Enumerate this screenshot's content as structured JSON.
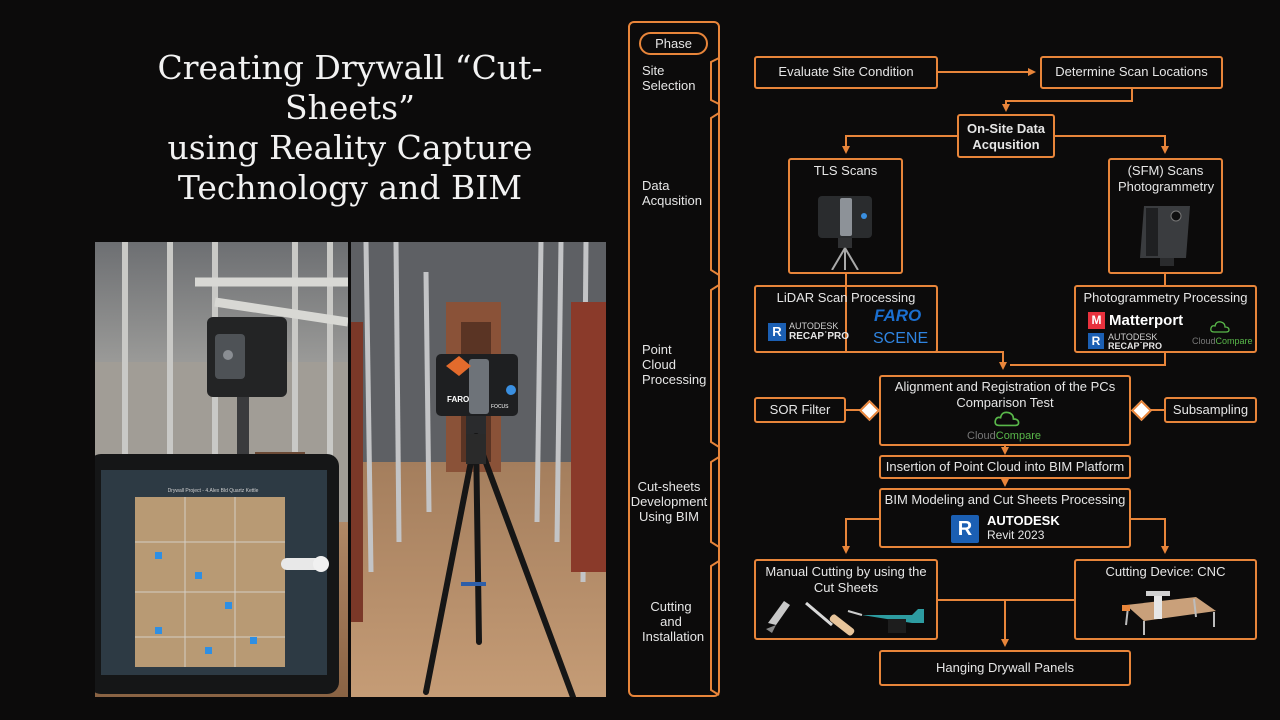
{
  "title": {
    "line1": "Creating Drywall “Cut-Sheets”",
    "line2": "using Reality Capture",
    "line3": "Technology and BIM"
  },
  "phase_header": "Phase",
  "phases": [
    {
      "label": "Site Selection"
    },
    {
      "label": "Data Acqusition"
    },
    {
      "label": "Point Cloud Processing"
    },
    {
      "label": "Cut-sheets Development Using BIM"
    },
    {
      "label": "Cutting and Installation"
    }
  ],
  "nodes": {
    "evaluate": "Evaluate Site Condition",
    "determine": "Determine Scan Locations",
    "onsite": "On-Site Data Acqusition",
    "tls": "TLS Scans",
    "sfm": "(SFM) Scans Photogrammetry",
    "lidar": "LiDAR Scan Processing",
    "photogrammetry": "Photogrammetry Processing",
    "alignment": "Alignment and Registration of the PCs Comparison Test",
    "sor": "SOR Filter",
    "subsampling": "Subsampling",
    "insertion": "Insertion of Point Cloud into BIM Platform",
    "bim": "BIM Modeling and Cut Sheets Processing",
    "manual": "Manual Cutting by using the Cut Sheets",
    "cnc": "Cutting Device: CNC",
    "hanging": "Hanging Drywall Panels"
  },
  "logos": {
    "autodesk": "AUTODESK",
    "recap": "RECAP˙PRO",
    "faro": "FARO",
    "scene": "SCENE",
    "matterport": "Matterport",
    "cloudcompare_a": "Cloud",
    "cloudcompare_b": "Compare",
    "revit_a": "AUTODESK",
    "revit_b": "Revit 2023",
    "r": "R",
    "m": "M"
  },
  "device_labels": {
    "faro_small": "FARO",
    "focus": "FOCUS"
  },
  "tablet": {
    "header": "Drywall Project - 4.Alex Bld Quartz Kettle"
  },
  "colors": {
    "accent": "#e8853a",
    "background": "#0c0b0b",
    "autodesk_blue": "#1b5fb3",
    "matterport_red": "#e8313d",
    "cloudcompare_green": "#59b84a"
  }
}
